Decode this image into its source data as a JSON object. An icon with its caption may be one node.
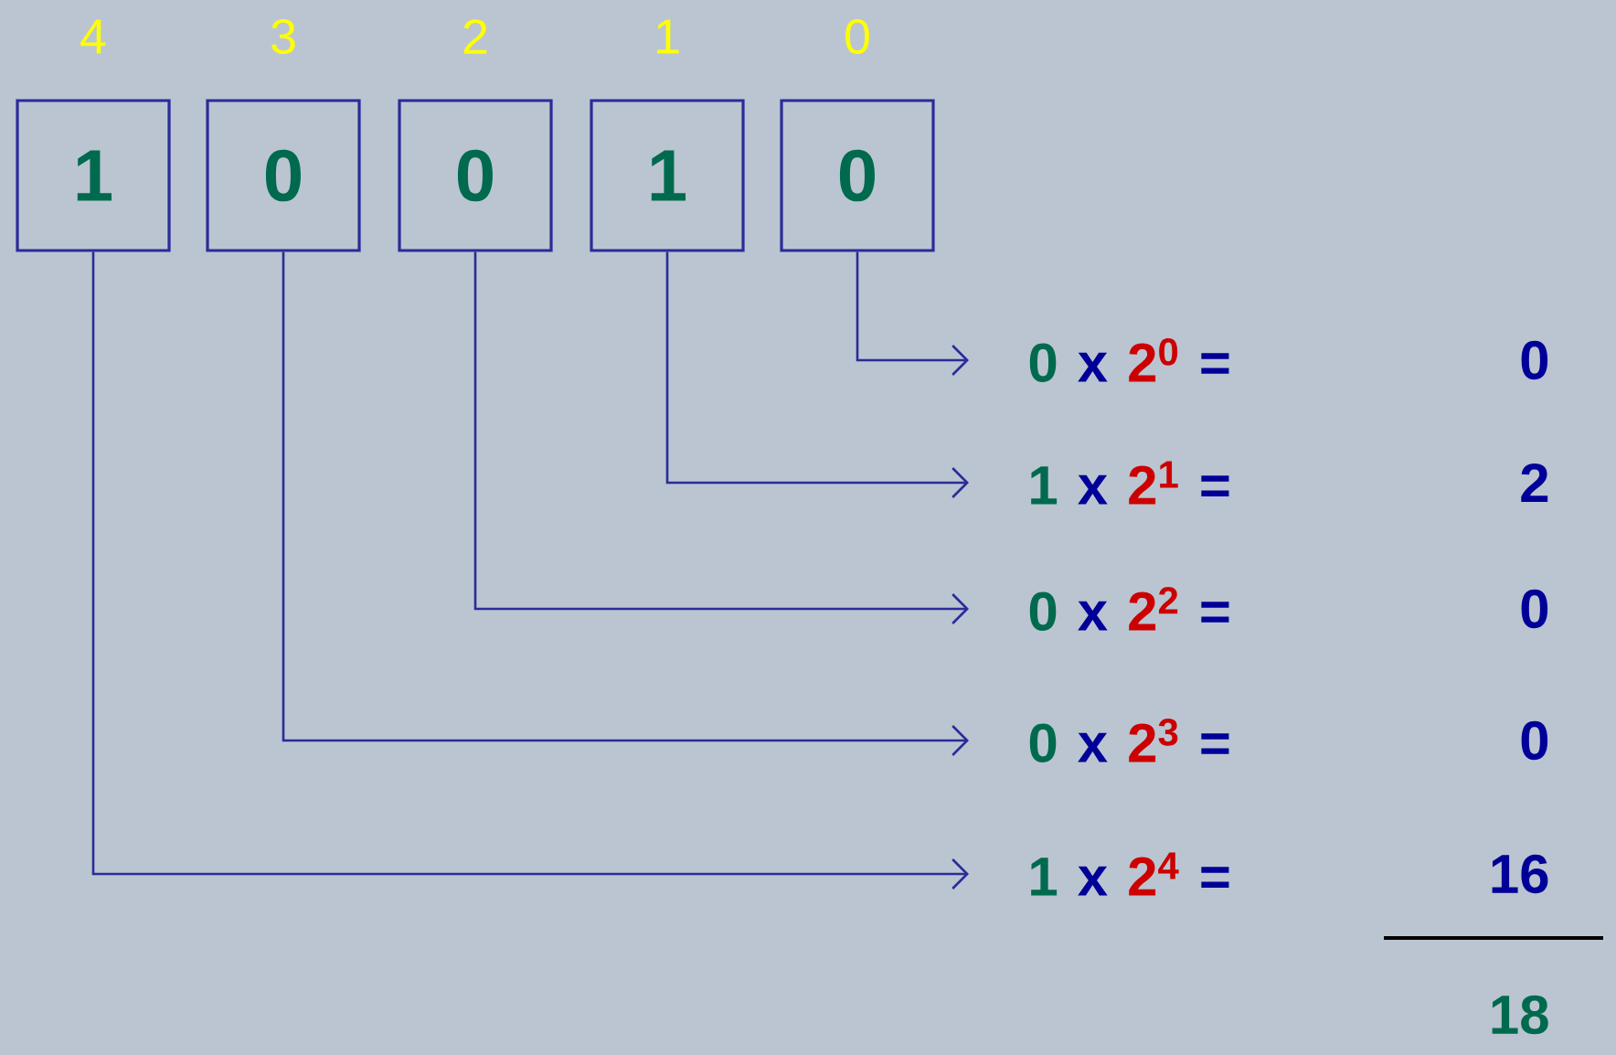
{
  "diagram": {
    "nodes": [
      {
        "text": [
          "1"
        ],
        "beside": [
          "4"
        ]
      },
      {
        "text": [
          "0"
        ],
        "beside": [
          "3"
        ]
      },
      {
        "text": [
          "0"
        ],
        "beside": [
          "2"
        ]
      },
      {
        "text": [
          "1"
        ],
        "beside": [
          "1"
        ]
      },
      {
        "text": [
          "0"
        ],
        "beside": [
          "0"
        ]
      },
      {
        "text": [
          "0",
          "x",
          "2$^{0}$",
          "="
        ]
      },
      {
        "text": [
          "1",
          "x",
          "2$^{1}$",
          "="
        ]
      },
      {
        "text": [
          "0",
          "x",
          "2$^{2}$",
          "="
        ]
      },
      {
        "text": [
          "0",
          "x",
          "2$^{3}$",
          "="
        ]
      },
      {
        "text": [
          "1",
          "x",
          "2$^{4}$",
          "="
        ]
      }
    ],
    "edges": [
      {
        "from": 4,
        "to": 5,
        "arrow": "to"
      },
      {
        "from": 3,
        "to": 6,
        "arrow": "to"
      },
      {
        "from": 2,
        "to": 7,
        "arrow": "to"
      },
      {
        "from": 1,
        "to": 8,
        "arrow": "to"
      },
      {
        "from": 0,
        "to": 9,
        "arrow": "to"
      }
    ],
    "labels": [
      "0",
      "2",
      "0",
      "0",
      "16",
      "18"
    ]
  }
}
